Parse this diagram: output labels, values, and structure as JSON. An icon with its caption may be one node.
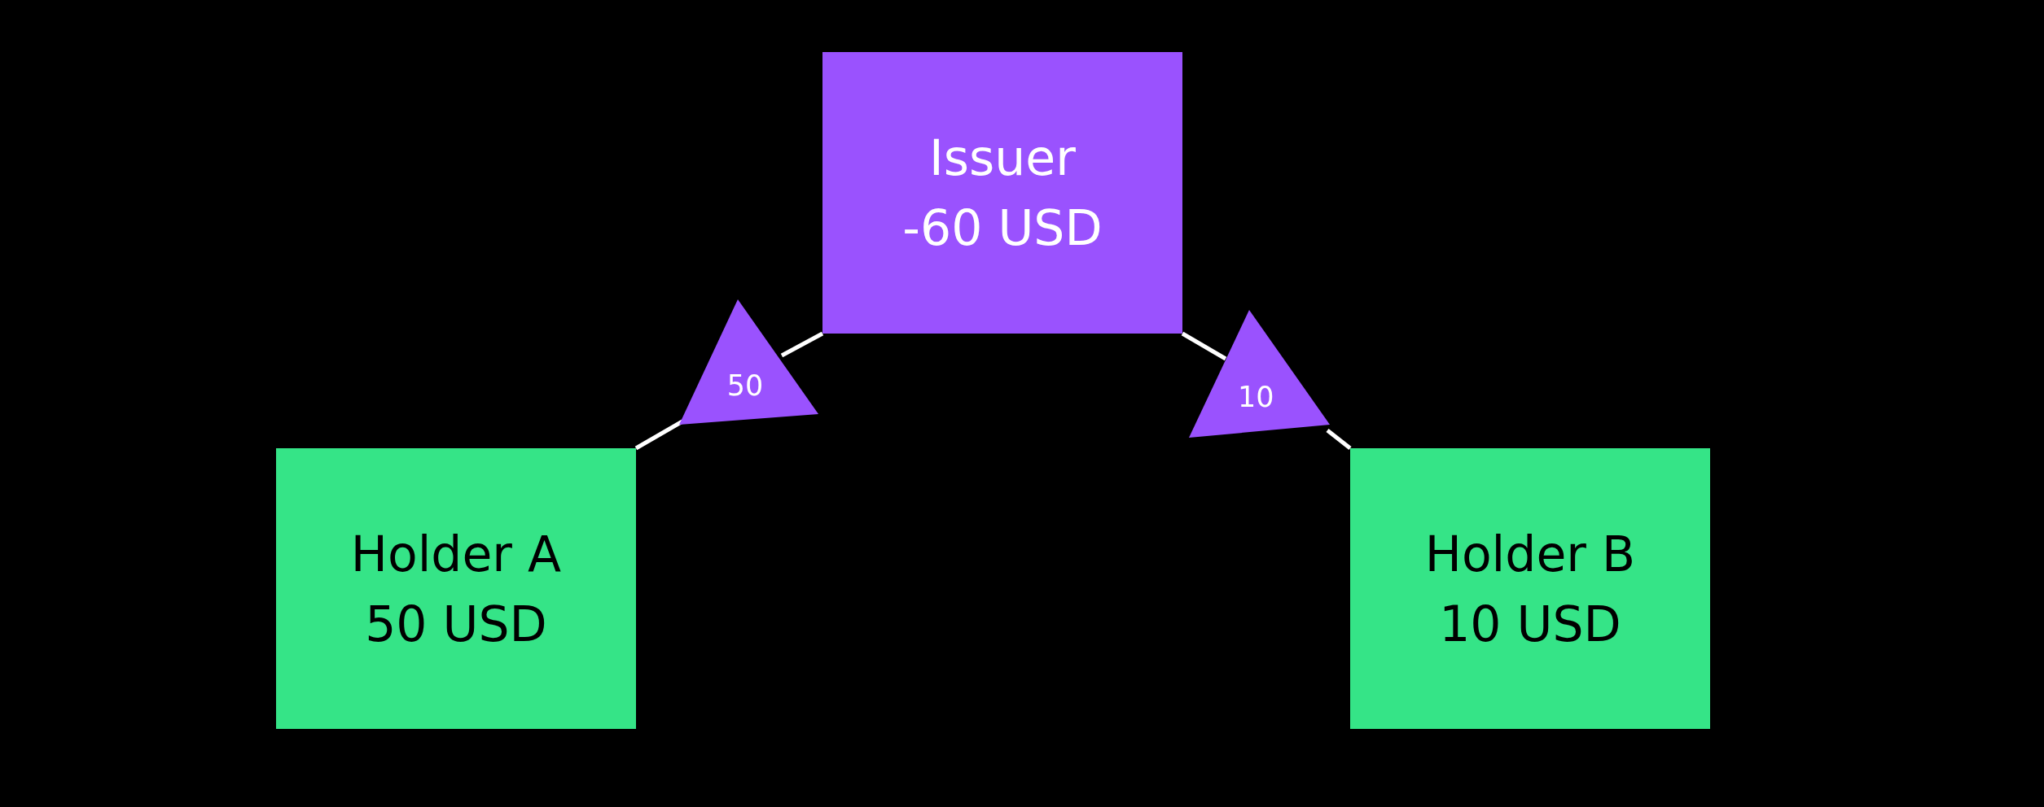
{
  "diagram": {
    "nodes": [
      {
        "text": [
          "Issuer",
          "-60 USD"
        ]
      },
      {
        "text": [
          "50"
        ]
      },
      {
        "text": [
          "10"
        ]
      },
      {
        "text": [
          "Holder A",
          "50 USD"
        ]
      },
      {
        "text": [
          "Holder B",
          "10 USD"
        ]
      }
    ],
    "edges": [
      {
        "from": 3,
        "to": 1,
        "arrow": "none"
      },
      {
        "from": 1,
        "to": 0,
        "arrow": "none"
      },
      {
        "from": 4,
        "to": 2,
        "arrow": "none"
      },
      {
        "from": 2,
        "to": 0,
        "arrow": "none"
      }
    ]
  }
}
